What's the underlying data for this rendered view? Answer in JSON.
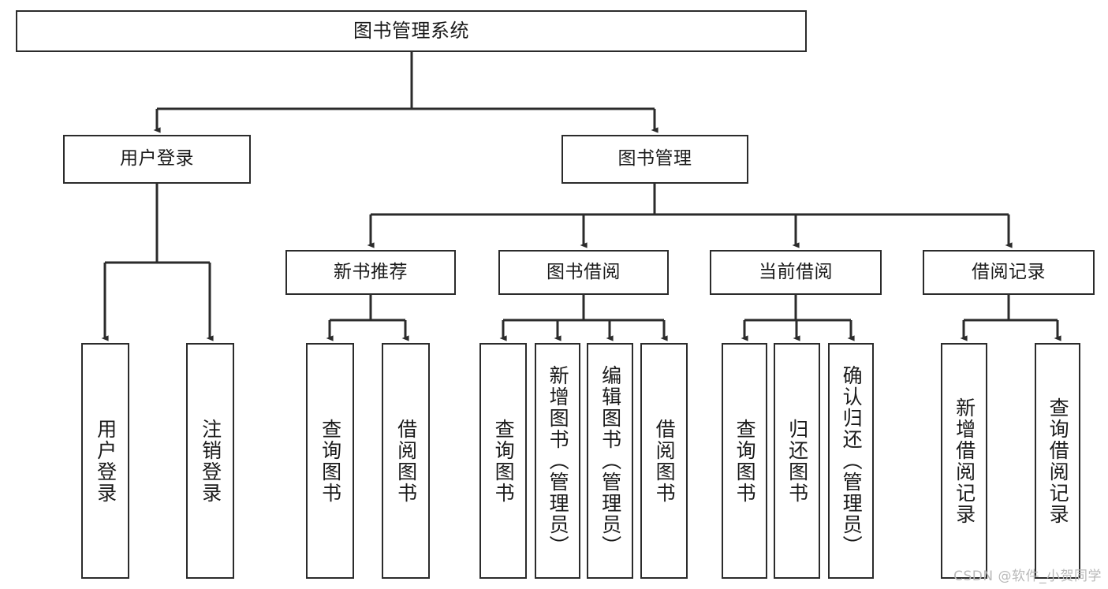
{
  "diagram": {
    "title": "图书管理系统",
    "type": "tree",
    "stroke_color": "#2b2b2b",
    "text_color": "#1a1a1a",
    "background": "#ffffff"
  },
  "nodes": {
    "root": {
      "label": "图书管理系统"
    },
    "level2": [
      {
        "label": "用户登录"
      },
      {
        "label": "图书管理"
      }
    ],
    "level3": [
      {
        "label": "新书推荐"
      },
      {
        "label": "图书借阅"
      },
      {
        "label": "当前借阅"
      },
      {
        "label": "借阅记录"
      }
    ],
    "leaves_user_login": [
      {
        "label": "用户登录"
      },
      {
        "label": "注销登录"
      }
    ],
    "leaves_new_books": [
      {
        "label": "查询图书"
      },
      {
        "label": "借阅图书"
      }
    ],
    "leaves_borrow": [
      {
        "label": "查询图书"
      },
      {
        "label": "新增图书（管理员）"
      },
      {
        "label": "编辑图书（管理员）"
      },
      {
        "label": "借阅图书"
      }
    ],
    "leaves_current": [
      {
        "label": "查询图书"
      },
      {
        "label": "归还图书"
      },
      {
        "label": "确认归还（管理员）"
      }
    ],
    "leaves_records": [
      {
        "label": "新增借阅记录"
      },
      {
        "label": "查询借阅记录"
      }
    ]
  },
  "watermark": {
    "text": "CSDN @软件_小贺同学"
  }
}
